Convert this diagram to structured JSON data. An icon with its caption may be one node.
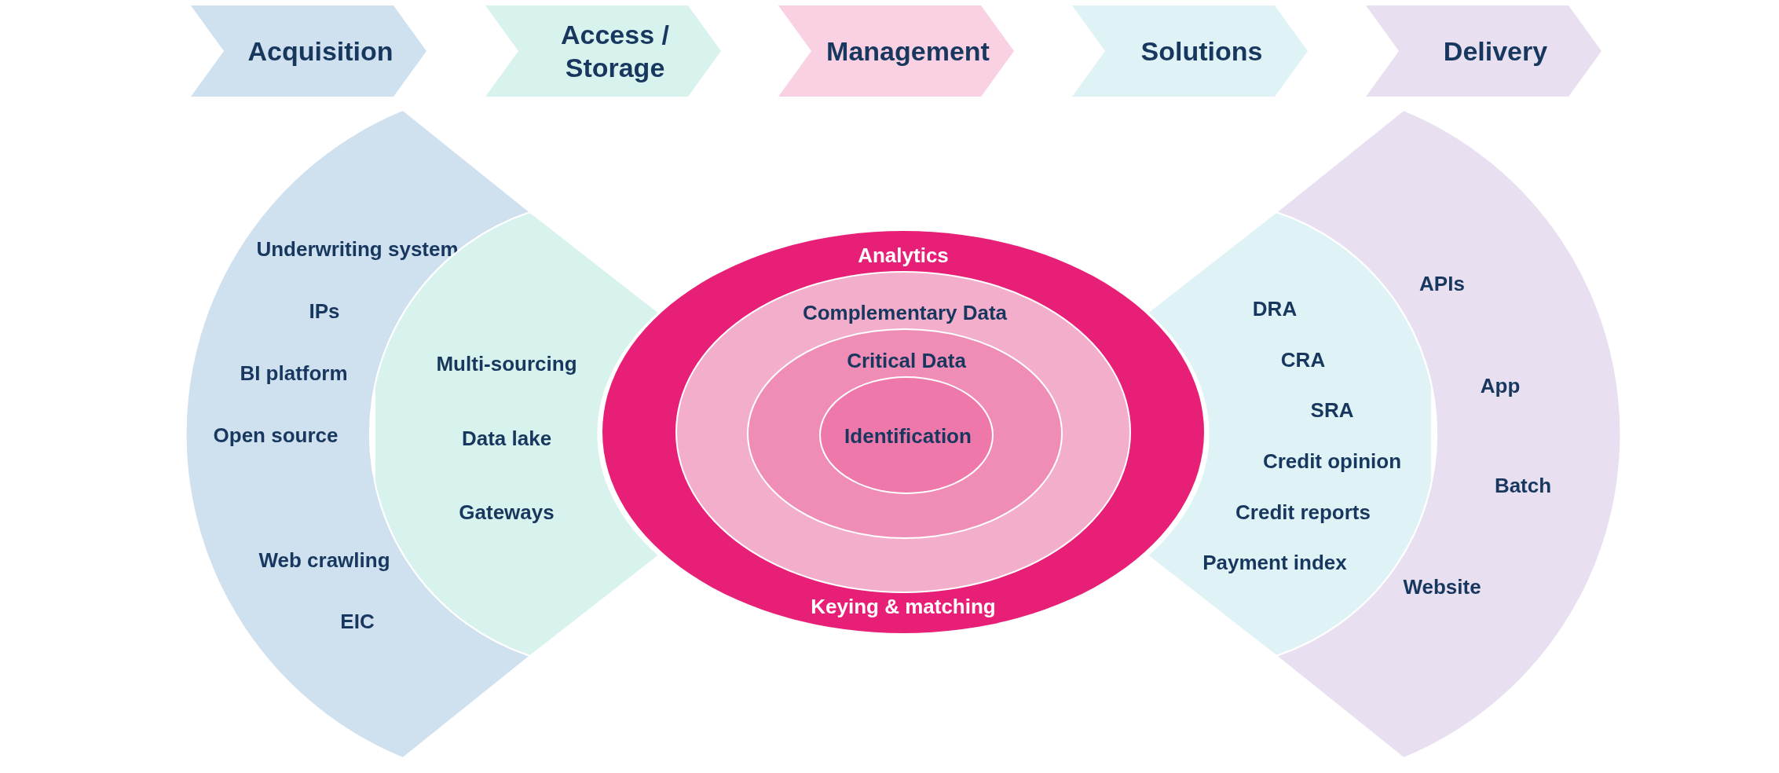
{
  "diagram": {
    "nodes": [
      {
        "text": [
          "Acquisition"
        ]
      },
      {
        "text": [
          "Access / Storage"
        ]
      },
      {
        "text": [
          "Management"
        ]
      },
      {
        "text": [
          "Solutions"
        ]
      },
      {
        "text": [
          "Delivery"
        ]
      },
      {
        "text": [
          "Underwriting system",
          "IPs",
          "BI platform",
          "Open source",
          "Web crawling",
          "EIC"
        ]
      },
      {
        "text": [
          "Multi-sourcing",
          "Data lake",
          "Gateways"
        ]
      },
      {
        "text": [
          "Analytics",
          "Keying & matching"
        ]
      },
      {
        "text": [
          "Complementary Data"
        ],
        "in": 7
      },
      {
        "text": [
          "Critical Data"
        ],
        "in": 8
      },
      {
        "text": [
          "Identification"
        ],
        "in": 9
      },
      {
        "text": [
          "DRA",
          "CRA",
          "SRA",
          "Credit opinion",
          "Credit reports",
          "Payment index"
        ]
      },
      {
        "text": [
          "APIs",
          "App",
          "Batch",
          "Website"
        ]
      }
    ],
    "edges": []
  }
}
